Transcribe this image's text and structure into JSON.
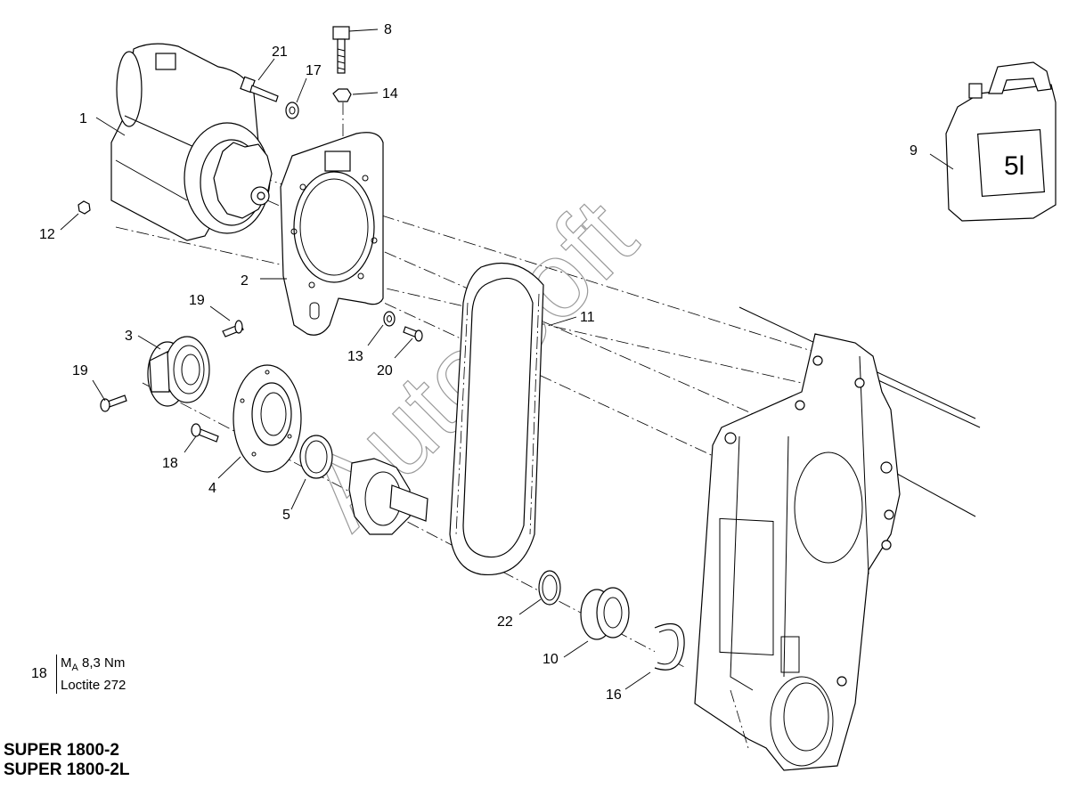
{
  "diagram": {
    "callouts": [
      {
        "id": "1",
        "label": "1"
      },
      {
        "id": "2",
        "label": "2"
      },
      {
        "id": "3",
        "label": "3"
      },
      {
        "id": "4",
        "label": "4"
      },
      {
        "id": "5",
        "label": "5"
      },
      {
        "id": "8",
        "label": "8"
      },
      {
        "id": "9",
        "label": "9"
      },
      {
        "id": "10",
        "label": "10"
      },
      {
        "id": "11",
        "label": "11"
      },
      {
        "id": "12",
        "label": "12"
      },
      {
        "id": "13",
        "label": "13"
      },
      {
        "id": "14",
        "label": "14"
      },
      {
        "id": "16",
        "label": "16"
      },
      {
        "id": "17",
        "label": "17"
      },
      {
        "id": "18",
        "label": "18"
      },
      {
        "id": "19a",
        "label": "19"
      },
      {
        "id": "19b",
        "label": "19"
      },
      {
        "id": "20",
        "label": "20"
      },
      {
        "id": "21",
        "label": "21"
      },
      {
        "id": "22",
        "label": "22"
      }
    ],
    "oil_can_label": "5l",
    "watermark": "AutoSoft"
  },
  "note": {
    "ref": "18",
    "torque_symbol": "M",
    "torque_sub": "A",
    "torque_value": "8,3 Nm",
    "adhesive": "Loctite 272"
  },
  "models": [
    "SUPER 1800-2",
    "SUPER 1800-2L"
  ]
}
